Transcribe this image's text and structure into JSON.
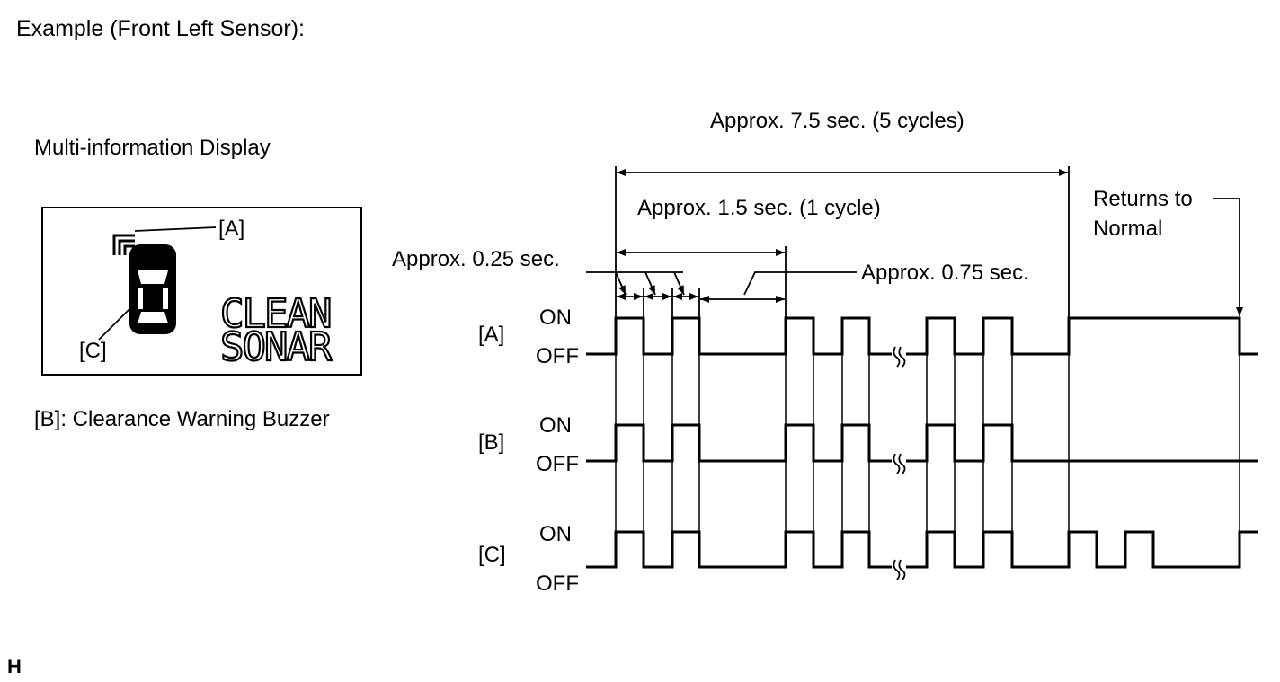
{
  "title": "Example (Front Left Sensor):",
  "display": {
    "heading": "Multi-information Display",
    "label_a": "[A]",
    "label_c": "[C]",
    "screen_text_line1": "CLEAN",
    "screen_text_line2": "SONAR"
  },
  "buzzer_note": "[B]: Clearance Warning Buzzer",
  "timing": {
    "total_label": "Approx. 7.5 sec. (5 cycles)",
    "cycle_label": "Approx. 1.5 sec. (1 cycle)",
    "pulse_label": "Approx. 0.25 sec.",
    "off_label": "Approx. 0.75 sec.",
    "return_label_line1": "Returns to",
    "return_label_line2": "Normal"
  },
  "signals": [
    {
      "name": "[A]",
      "on": "ON",
      "off": "OFF"
    },
    {
      "name": "[B]",
      "on": "ON",
      "off": "OFF"
    },
    {
      "name": "[C]",
      "on": "ON",
      "off": "OFF"
    }
  ],
  "figure_code": "H"
}
